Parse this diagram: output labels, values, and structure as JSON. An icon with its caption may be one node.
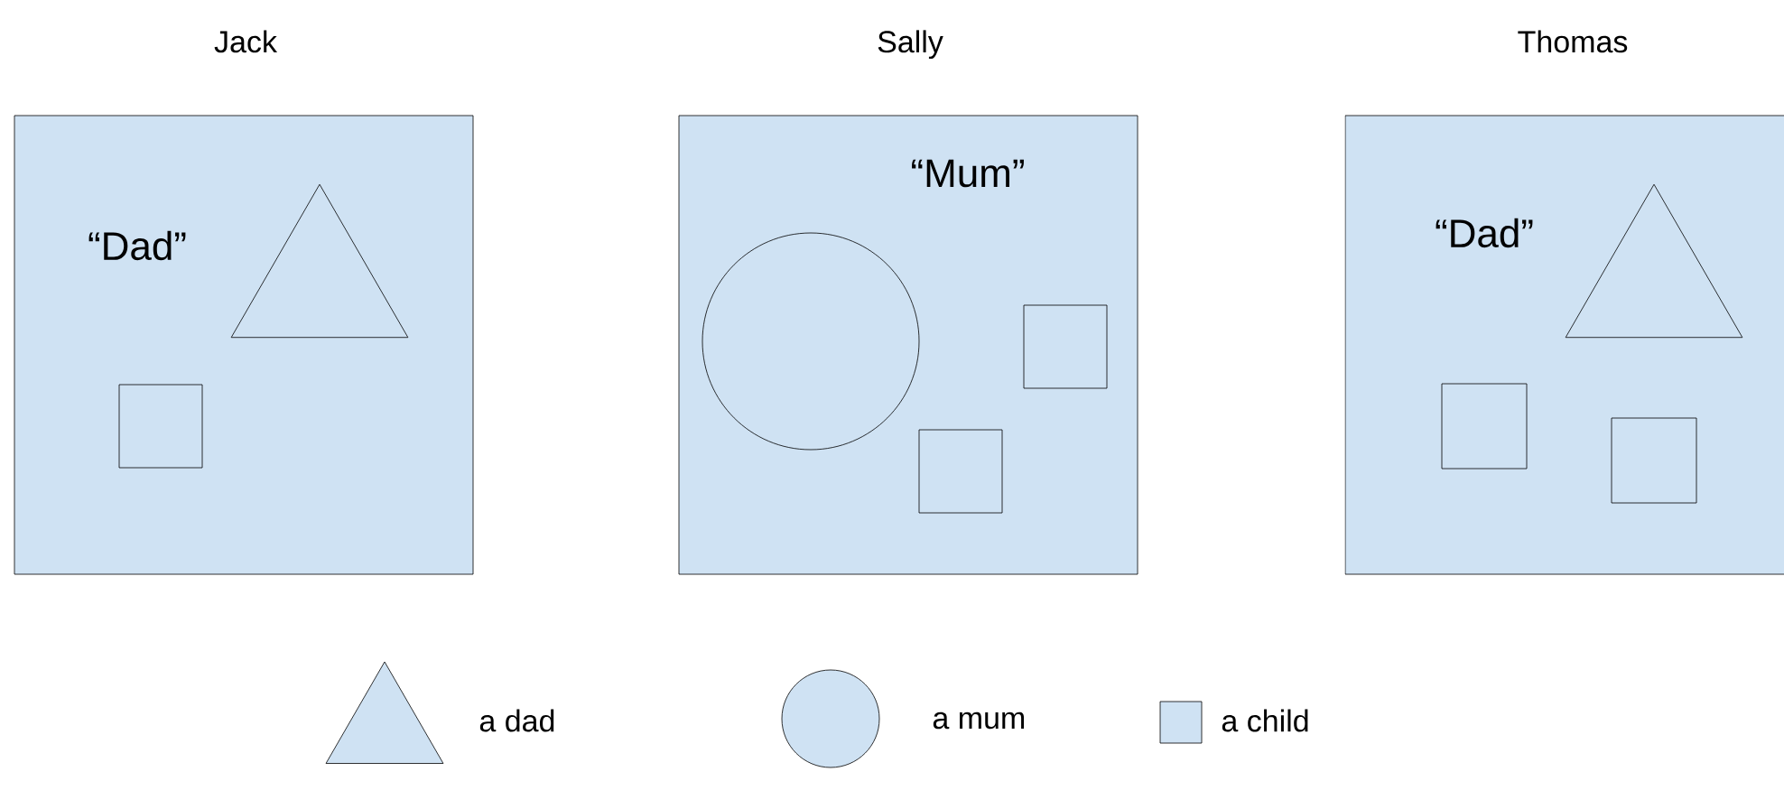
{
  "diagram": {
    "nodes": [
      {
        "text": [
          "Jack"
        ]
      },
      {
        "text": [],
        "shape": "triangle",
        "in": 0,
        "beside": [
          "“Dad”"
        ]
      },
      {
        "text": [],
        "shape": "box",
        "in": 0
      },
      {
        "text": [
          "Sally"
        ]
      },
      {
        "text": [],
        "shape": "circle",
        "in": 3,
        "beside": [
          "“Mum”"
        ]
      },
      {
        "text": [],
        "shape": "box",
        "in": 3
      },
      {
        "text": [],
        "shape": "box",
        "in": 3
      },
      {
        "text": [
          "Thomas"
        ]
      },
      {
        "text": [],
        "shape": "triangle",
        "in": 7,
        "beside": [
          "“Dad”"
        ]
      },
      {
        "text": [],
        "shape": "box",
        "in": 7
      },
      {
        "text": [],
        "shape": "box",
        "in": 7
      }
    ],
    "legend": [
      {
        "text": "a dad"
      },
      {
        "text": "a mum"
      },
      {
        "text": "a child"
      }
    ]
  }
}
